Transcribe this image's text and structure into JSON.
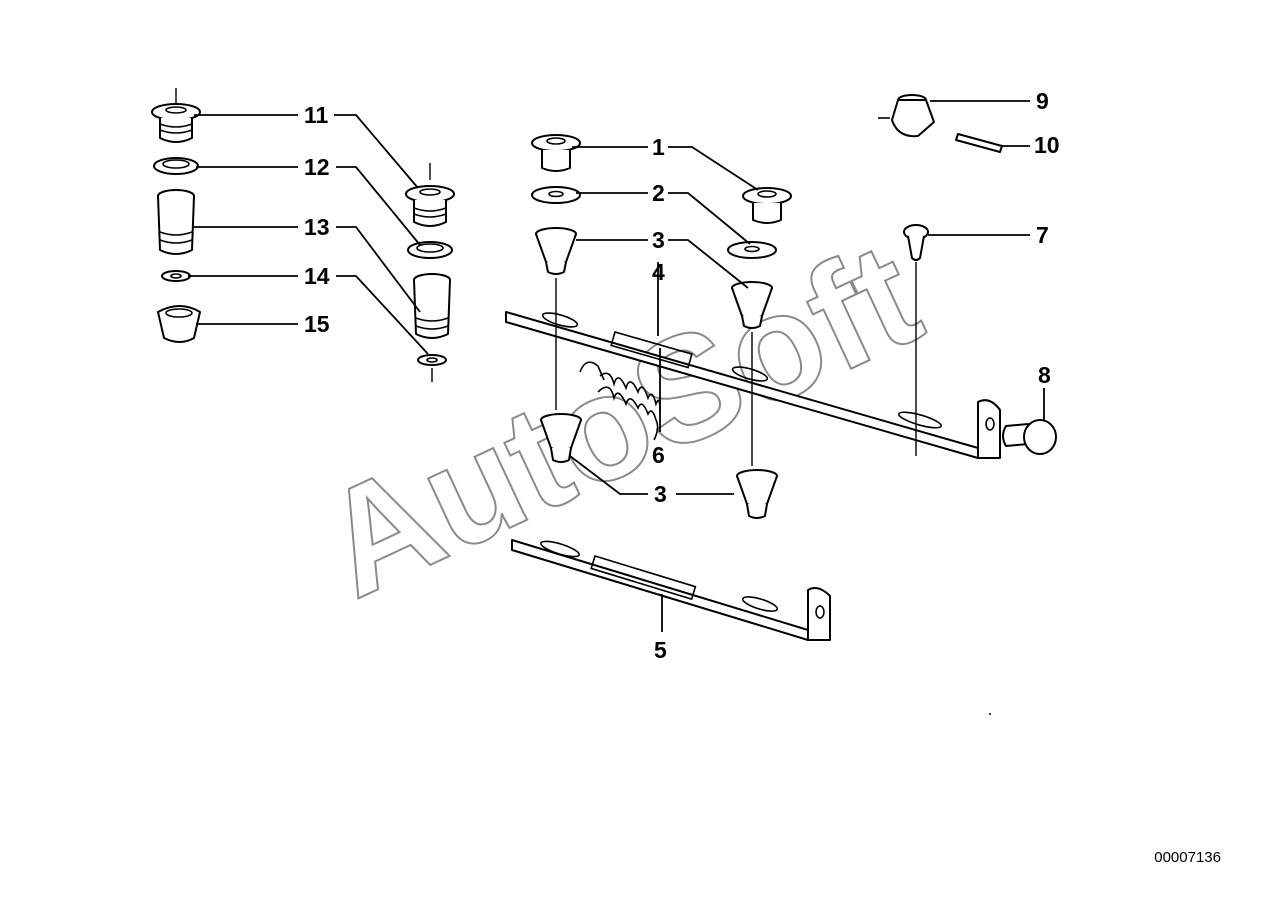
{
  "callouts": {
    "c1a": "1",
    "c2a": "2",
    "c3a": "3",
    "c3b": "3",
    "c4": "4",
    "c5": "5",
    "c6": "6",
    "c7": "7",
    "c8": "8",
    "c9": "9",
    "c10": "10",
    "c11": "11",
    "c12": "12",
    "c13": "13",
    "c14": "14",
    "c15": "15"
  },
  "watermark": "AutoSoft",
  "document_number": "00007136"
}
